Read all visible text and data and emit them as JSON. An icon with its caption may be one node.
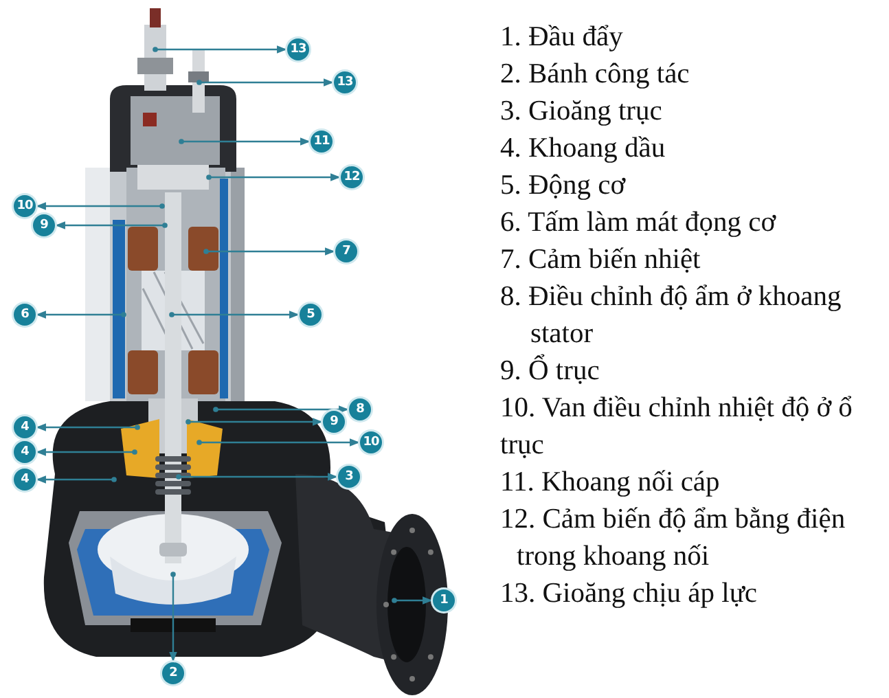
{
  "diagram": {
    "nodes": [
      {
        "text": [
          "13"
        ]
      },
      {
        "text": [
          "13"
        ]
      },
      {
        "text": [
          "11"
        ]
      },
      {
        "text": [
          "12"
        ]
      },
      {
        "text": [
          "10"
        ]
      },
      {
        "text": [
          "9"
        ]
      },
      {
        "text": [
          "7"
        ]
      },
      {
        "text": [
          "6"
        ]
      },
      {
        "text": [
          "5"
        ]
      },
      {
        "text": [
          "8"
        ]
      },
      {
        "text": [
          "9"
        ]
      },
      {
        "text": [
          "4"
        ]
      },
      {
        "text": [
          "10"
        ]
      },
      {
        "text": [
          "4"
        ]
      },
      {
        "text": [
          "3"
        ]
      },
      {
        "text": [
          "4"
        ]
      },
      {
        "text": [
          "1"
        ]
      },
      {
        "text": [
          "2"
        ]
      }
    ],
    "edges": [
      {
        "from": null,
        "to": 0,
        "arrow": "to"
      },
      {
        "from": null,
        "to": 1,
        "arrow": "to"
      },
      {
        "from": null,
        "to": 2,
        "arrow": "to"
      },
      {
        "from": null,
        "to": 3,
        "arrow": "to"
      },
      {
        "from": null,
        "to": 4,
        "arrow": "to"
      },
      {
        "from": null,
        "to": 5,
        "arrow": "to"
      },
      {
        "from": null,
        "to": 6,
        "arrow": "to"
      },
      {
        "from": null,
        "to": 7,
        "arrow": "to"
      },
      {
        "from": null,
        "to": 8,
        "arrow": "to"
      },
      {
        "from": null,
        "to": 9,
        "arrow": "to"
      },
      {
        "from": null,
        "to": 10,
        "arrow": "to"
      },
      {
        "from": null,
        "to": 11,
        "arrow": "to"
      },
      {
        "from": null,
        "to": 12,
        "arrow": "to"
      },
      {
        "from": null,
        "to": 13,
        "arrow": "to"
      },
      {
        "from": null,
        "to": 14,
        "arrow": "to"
      },
      {
        "from": null,
        "to": 15,
        "arrow": "to"
      },
      {
        "from": null,
        "to": 16,
        "arrow": "to"
      },
      {
        "from": null,
        "to": 17,
        "arrow": "to"
      }
    ],
    "labels": [
      "1. Đầu đẩy",
      "2. Bánh công tác",
      "3. Gioăng trục",
      "4. Khoang dầu",
      "5. Động cơ",
      "6. Tấm làm mát đọng cơ",
      "7. Cảm biến nhiệt",
      "8. Điều chỉnh độ ẩm ở khoang stator",
      "9. Ổ trục",
      "10. Van điều chỉnh nhiệt độ ở ổ trục",
      "11. Khoang nối cáp",
      "12. Cảm biến độ ẩm bằng điện trong khoang nối",
      "13. Gioăng chịu áp lực"
    ]
  }
}
